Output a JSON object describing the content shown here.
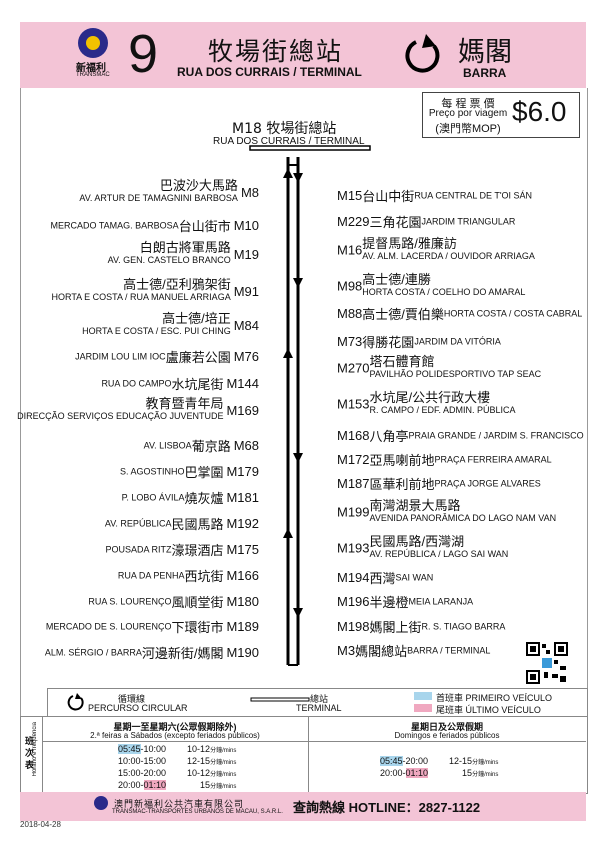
{
  "header": {
    "logo_zh": "新福利",
    "logo_pt": "TRANSMAC",
    "route_number": "9",
    "origin_zh": "牧場街總站",
    "origin_pt": "RUA DOS CURRAIS / TERMINAL",
    "dest_zh": "媽閣",
    "dest_pt": "BARRA"
  },
  "fare": {
    "zh": "每 程 票 價",
    "pt": "Preço por viagem",
    "currency": "(澳門幣MOP)",
    "price": "$6.0"
  },
  "terminal": {
    "code_zh": "M18 牧場街總站",
    "pt": "RUA DOS CURRAIS / TERMINAL"
  },
  "stops_left": [
    {
      "zh": "巴波沙大馬路",
      "pt": "AV. ARTUR DE TAMAGNINI BARBOSA",
      "code": "M8"
    },
    {
      "zh": "台山街市",
      "pt": "MERCADO TAMAG. BARBOSA",
      "code": "M10"
    },
    {
      "zh": "白朗古將軍馬路",
      "pt": "AV.  GEN.  CASTELO  BRANCO",
      "code": "M19"
    },
    {
      "zh": "高士德/亞利鴉架街",
      "pt": "HORTA E COSTA / RUA MANUEL ARRIAGA",
      "code": "M91"
    },
    {
      "zh": "高士德/培正",
      "pt": "HORTA E COSTA / ESC. PUI CHING",
      "code": "M84"
    },
    {
      "zh": "盧廉若公園",
      "pt": "JARDIM LOU LIM IOC",
      "code": "M76"
    },
    {
      "zh": "水坑尾街",
      "pt": "RUA DO CAMPO",
      "code": "M144"
    },
    {
      "zh": "教育暨青年局",
      "pt": "DIRECÇÃO  SERVIÇOS  EDUCAÇÃO  JUVENTUDE",
      "code": "M169"
    },
    {
      "zh": "葡京路",
      "pt": "AV. LISBOA",
      "code": "M68"
    },
    {
      "zh": "巴掌圍",
      "pt": "S. AGOSTINHO",
      "code": "M179"
    },
    {
      "zh": "燒灰爐",
      "pt": "P. LOBO ÁVILA",
      "code": "M181"
    },
    {
      "zh": "民國馬路",
      "pt": "AV. REPÚBLICA",
      "code": "M192"
    },
    {
      "zh": "濠璟酒店",
      "pt": "POUSADA RITZ",
      "code": "M175"
    },
    {
      "zh": "西坑街",
      "pt": "RUA DA PENHA",
      "code": "M166"
    },
    {
      "zh": "風順堂街",
      "pt": "RUA S. LOURENÇO",
      "code": "M180"
    },
    {
      "zh": "下環街市",
      "pt": "MERCADO DE S. LOURENÇO",
      "code": "M189"
    },
    {
      "zh": "河邊新街/媽閣",
      "pt": "ALM. SÉRGIO / BARRA",
      "code": "M190"
    }
  ],
  "stops_right": [
    {
      "code": "M15",
      "zh": "台山中街",
      "pt": "RUA CENTRAL DE T'OI SÁN"
    },
    {
      "code": "M229",
      "zh": "三角花園",
      "pt": "JARDIM TRIANGULAR"
    },
    {
      "code": "M16",
      "zh": "提督馬路/雅廉訪",
      "pt": "AV. ALM. LACERDA / OUVIDOR ARRIAGA"
    },
    {
      "code": "M98",
      "zh": "高士德/連勝",
      "pt": "HORTA COSTA / COELHO DO AMARAL"
    },
    {
      "code": "M88",
      "zh": "高士德/賈伯樂",
      "pt": "HORTA COSTA / COSTA CABRAL"
    },
    {
      "code": "M73",
      "zh": "得勝花園",
      "pt": "JARDIM DA VITÓRIA"
    },
    {
      "code": "M270",
      "zh": "塔石體育館",
      "pt": "PAVILHÃO POLIDESPORTIVO TAP SEAC"
    },
    {
      "code": "M153",
      "zh": "水坑尾/公共行政大樓",
      "pt": "R. CAMPO / EDF. ADMIN. PÚBLICA"
    },
    {
      "code": "M168",
      "zh": "八角亭",
      "pt": "PRAIA GRANDE / JARDIM S. FRANCISCO"
    },
    {
      "code": "M172",
      "zh": "亞馬喇前地",
      "pt": "PRAÇA FERREIRA AMARAL"
    },
    {
      "code": "M187",
      "zh": "區華利前地",
      "pt": "PRAÇA JORGE ALVARES"
    },
    {
      "code": "M199",
      "zh": "南灣湖景大馬路",
      "pt": "AVENIDA PANORÂMICA DO LAGO NAM VAN"
    },
    {
      "code": "M193",
      "zh": "民國馬路/西灣湖",
      "pt": "AV. REPÚBLICA / LAGO SAI WAN"
    },
    {
      "code": "M194",
      "zh": "西灣",
      "pt": "SAI WAN"
    },
    {
      "code": "M196",
      "zh": "半邊橙",
      "pt": "MEIA LARANJA"
    },
    {
      "code": "M198",
      "zh": "媽閣上街",
      "pt": "R. S. TIAGO BARRA"
    },
    {
      "code": "M3",
      "zh": "媽閣總站",
      "pt": "BARRA / TERMINAL"
    }
  ],
  "legend": {
    "circular_zh": "循環線",
    "circular_pt": "PERCURSO CIRCULAR",
    "terminal_zh": "總站",
    "terminal_pt": "TERMINAL",
    "first_label": "首班車 PRIMEIRO VEÍCULO",
    "last_label": "尾班車 ÚLTIMO VEÍCULO",
    "first_color": "#a8d5ec",
    "last_color": "#f0a8c0"
  },
  "schedule": {
    "side_zh": "班 次 表",
    "side_pt": "Horário e frequência",
    "weekday_zh": "星期一至星期六(公眾假期除外)",
    "weekday_pt": "2.ª feiras a Sábados (excepto feriados públicos)",
    "holiday_zh": "星期日及公眾假期",
    "holiday_pt": "Domingos e feriados públicos",
    "weekday_rows": [
      {
        "start": "05:45",
        "end": "10:00",
        "freq": "10-12",
        "unit": "分鐘/mins"
      },
      {
        "start": "10:00",
        "end": "15:00",
        "freq": "12-15",
        "unit": "分鐘/mins"
      },
      {
        "start": "15:00",
        "end": "20:00",
        "freq": "10-12",
        "unit": "分鐘/mins"
      },
      {
        "start": "20:00",
        "end": "01:10",
        "freq": "15",
        "unit": "分鐘/mins"
      }
    ],
    "holiday_rows": [
      {
        "start": "05:45",
        "end": "20:00",
        "freq": "12-15",
        "unit": "分鐘/mins"
      },
      {
        "start": "20:00",
        "end": "01:10",
        "freq": "15",
        "unit": "分鐘/mins"
      }
    ]
  },
  "footer": {
    "company_zh": "澳門新福利公共汽車有限公司",
    "company_pt": "TRANSMAC-TRANSPORTES URBANOS DE MACAU, S.A.R.L.",
    "hotline": "查詢熱線 HOTLINE：2827-1122",
    "date": "2018-04-28"
  }
}
